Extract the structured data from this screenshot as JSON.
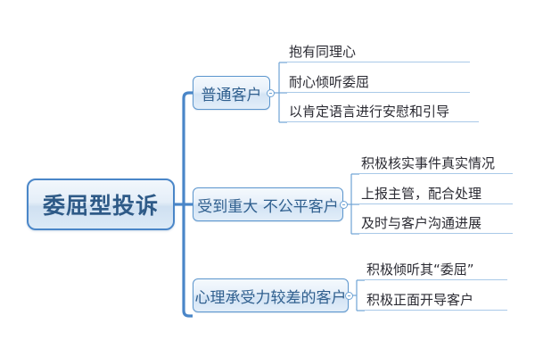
{
  "diagram": {
    "type": "mind-map",
    "title": "委屈型投诉",
    "background_color": "#ffffff",
    "accent_color": "#4a86c8",
    "root": {
      "label": "委屈型投诉",
      "text_color": "#2e5a87",
      "border_color": "#4a86c8"
    },
    "branches": [
      {
        "label": "普通客户",
        "toggle": "collapse-toggle",
        "leaves": [
          {
            "label": "抱有同理心"
          },
          {
            "label": "耐心倾听委屈"
          },
          {
            "label": "以肯定语言进行安慰和引导"
          }
        ]
      },
      {
        "label": "受到重大 不公平客户",
        "toggle": "collapse-toggle",
        "leaves": [
          {
            "label": "积极核实事件真实情况"
          },
          {
            "label": "上报主管，配合处理"
          },
          {
            "label": "及时与客户沟通进展"
          }
        ]
      },
      {
        "label": "心理承受力较差的客户",
        "toggle": "collapse-toggle",
        "leaves": [
          {
            "label": "积极倾听其“委屈”"
          },
          {
            "label": "积极正面开导客户"
          }
        ]
      }
    ]
  }
}
